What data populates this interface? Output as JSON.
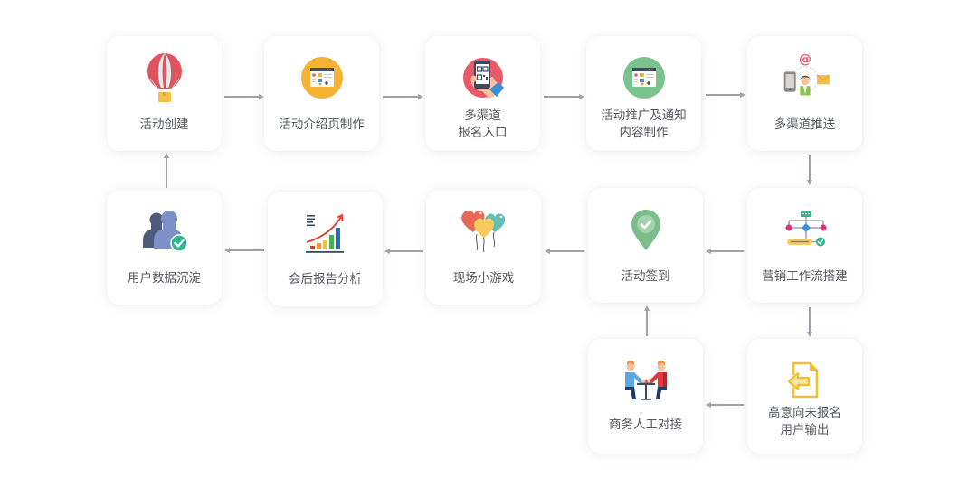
{
  "diagram": {
    "type": "flowchart",
    "steps": [
      {
        "id": 1,
        "label_lines": [
          "活动创建"
        ],
        "icon": "hot-air-balloon-icon"
      },
      {
        "id": 2,
        "label_lines": [
          "活动介绍页制作"
        ],
        "icon": "webpage-layout-icon",
        "icon_color": "#F5B335"
      },
      {
        "id": 3,
        "label_lines": [
          "多渠道",
          "报名入口"
        ],
        "icon": "qr-code-phone-icon",
        "icon_color": "#E85A67"
      },
      {
        "id": 4,
        "label_lines": [
          "活动推广及通知",
          "内容制作"
        ],
        "icon": "webpage-layout-icon",
        "icon_color": "#7AC38F"
      },
      {
        "id": 5,
        "label_lines": [
          "多渠道推送"
        ],
        "icon": "multichannel-push-icon"
      },
      {
        "id": 6,
        "label_lines": [
          "营销工作流搭建"
        ],
        "icon": "workflow-icon"
      },
      {
        "id": 7,
        "label_lines": [
          "活动签到"
        ],
        "icon": "location-check-icon",
        "icon_color": "#7BBE8A"
      },
      {
        "id": 8,
        "label_lines": [
          "现场小游戏"
        ],
        "icon": "heart-balloons-icon"
      },
      {
        "id": 9,
        "label_lines": [
          "会后报告分析"
        ],
        "icon": "growth-chart-icon"
      },
      {
        "id": 10,
        "label_lines": [
          "用户数据沉淀"
        ],
        "icon": "users-check-icon"
      },
      {
        "id": 11,
        "label_lines": [
          "高意向未报名",
          "用户输出"
        ],
        "icon": "file-export-icon",
        "icon_color": "#F4BE2C"
      },
      {
        "id": 12,
        "label_lines": [
          "商务人工对接"
        ],
        "icon": "business-meeting-icon"
      }
    ],
    "edges": [
      {
        "from": 1,
        "to": 2
      },
      {
        "from": 2,
        "to": 3
      },
      {
        "from": 3,
        "to": 4
      },
      {
        "from": 4,
        "to": 5
      },
      {
        "from": 5,
        "to": 6
      },
      {
        "from": 6,
        "to": 7
      },
      {
        "from": 7,
        "to": 8
      },
      {
        "from": 8,
        "to": 9
      },
      {
        "from": 9,
        "to": 10
      },
      {
        "from": 10,
        "to": 1
      },
      {
        "from": 6,
        "to": 11
      },
      {
        "from": 11,
        "to": 12
      },
      {
        "from": 12,
        "to": 7
      }
    ],
    "colors": {
      "arrow": "#9EA3AB",
      "label": "#555A60",
      "card": "#FFFFFF"
    }
  },
  "cards": {
    "c1": {
      "l1": "活动创建"
    },
    "c2": {
      "l1": "活动介绍页制作"
    },
    "c3": {
      "l1": "多渠道",
      "l2": "报名入口"
    },
    "c4": {
      "l1": "活动推广及通知",
      "l2": "内容制作"
    },
    "c5": {
      "l1": "多渠道推送"
    },
    "c6": {
      "l1": "营销工作流搭建"
    },
    "c7": {
      "l1": "活动签到"
    },
    "c8": {
      "l1": "现场小游戏"
    },
    "c9": {
      "l1": "会后报告分析"
    },
    "c10": {
      "l1": "用户数据沉淀"
    },
    "c11": {
      "l1": "高意向未报名",
      "l2": "用户输出"
    },
    "c12": {
      "l1": "商务人工对接"
    }
  }
}
